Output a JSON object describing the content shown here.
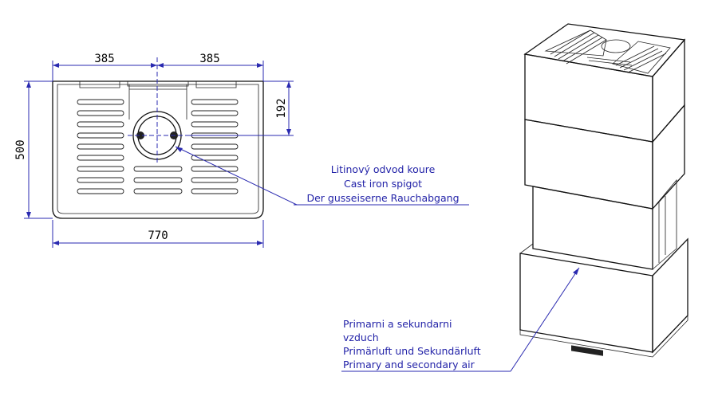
{
  "plan_view": {
    "dim_left_half": "385",
    "dim_right_half": "385",
    "dim_total_width": "770",
    "dim_depth": "500",
    "dim_spigot_offset": "192"
  },
  "callouts": {
    "spigot_lines": [
      "Litinový odvod koure",
      "Cast iron spigot",
      "Der gusseiserne Rauchabgang"
    ],
    "air_lines": [
      "Primarni a sekundarni",
      "vzduch",
      "Primärluft und Sekundärluft",
      "Primary and secondary air"
    ]
  },
  "colors": {
    "dimension_lines": "#2a2ab0",
    "label_text": "#2323a8",
    "outline": "#111111"
  }
}
